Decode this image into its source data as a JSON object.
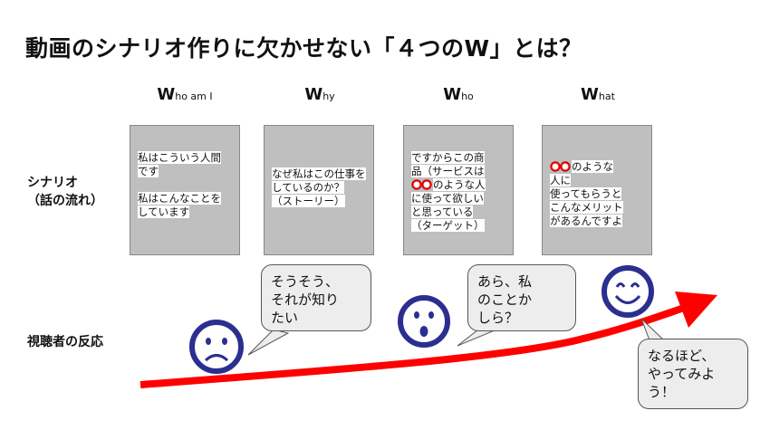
{
  "title": "動画のシナリオ作りに欠かせない「４つのW」とは？",
  "columns": [
    {
      "big": "W",
      "rest": "ho am I"
    },
    {
      "big": "W",
      "rest": "hy"
    },
    {
      "big": "W",
      "rest": "ho"
    },
    {
      "big": "W",
      "rest": "hat"
    }
  ],
  "rows": {
    "scenario": "シナリオ\n（話の流れ）",
    "audience": "視聴者の反応"
  },
  "cards": [
    {
      "line1": "私はこういう人間\nです\n\n私はこんなことを\nしています"
    },
    {
      "line1": "なぜ私はこの仕事を\nしているのか？\n（ストーリー）"
    },
    {
      "pre": "ですからこの商\n品（サービスは\n",
      "post": "のような人\nに使って欲しい\nと思っている\n（ターゲット）"
    },
    {
      "post": "のような\n人に\n使ってもらうと\nこんなメリット\nがあるんですよ"
    }
  ],
  "bubbles": [
    "そうそう、\nそれが知り\nたい",
    "あら、私\nのことか\nしら？",
    "なるほど、\nやってみよ\nう！"
  ],
  "colors": {
    "arrow": "#ff0000",
    "face": "#2b2f8f",
    "card": "#bfbfbf",
    "bubble": "#ededed"
  }
}
